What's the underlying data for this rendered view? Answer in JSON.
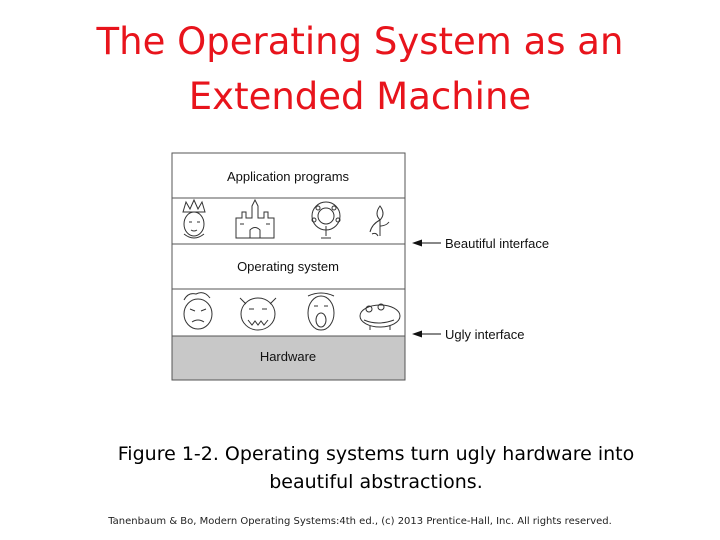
{
  "slide": {
    "title_line1": "The Operating System as an",
    "title_line2": "Extended Machine",
    "caption_line1": "Figure 1-2. Operating systems turn ugly hardware into",
    "caption_line2": "beautiful abstractions.",
    "footer": "Tanenbaum & Bo, Modern Operating Systems:4th ed., (c) 2013 Prentice-Hall, Inc. All rights reserved."
  },
  "diagram": {
    "layer_application": "Application programs",
    "layer_os": "Operating system",
    "layer_hardware": "Hardware",
    "label_beautiful": "Beautiful interface",
    "label_ugly": "Ugly interface",
    "colors": {
      "hardware_fill": "#c8c8c8",
      "title": "#e8141c"
    }
  }
}
